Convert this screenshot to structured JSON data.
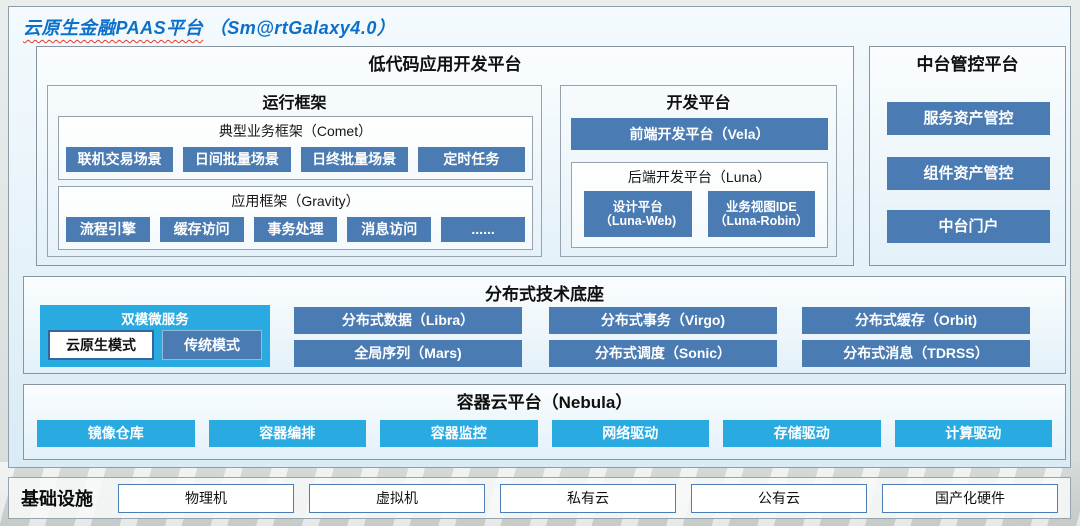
{
  "page": {
    "title_main": "云原生金融PAAS平台",
    "title_suffix": "（Sm@rtGalaxy4.0）"
  },
  "colors": {
    "title_blue": "#0c6fc9",
    "steel_blue": "#4a7cb3",
    "cyan": "#29abe2",
    "panel_bg": "#e6f2f9",
    "underline_red": "#e8392e"
  },
  "low_code": {
    "title": "低代码应用开发平台",
    "runtime": {
      "title": "运行框架",
      "comet": {
        "title": "典型业务框架（Comet）",
        "items": [
          "联机交易场景",
          "日间批量场景",
          "日终批量场景",
          "定时任务"
        ]
      },
      "gravity": {
        "title": "应用框架（Gravity）",
        "items": [
          "流程引擎",
          "缓存访问",
          "事务处理",
          "消息访问",
          "......"
        ]
      }
    },
    "dev": {
      "title": "开发平台",
      "vela": "前端开发平台（Vela）",
      "luna": {
        "title": "后端开发平台（Luna）",
        "items": [
          {
            "line1": "设计平台",
            "line2": "（Luna-Web)"
          },
          {
            "line1": "业务视图IDE",
            "line2": "（Luna-Robin）"
          }
        ]
      }
    }
  },
  "midplatform": {
    "title": "中台管控平台",
    "items": [
      "服务资产管控",
      "组件资产管控",
      "中台门户"
    ]
  },
  "distributed": {
    "title": "分布式技术底座",
    "dual_mode": {
      "title": "双模微服务",
      "cloud_native": "云原生模式",
      "traditional": "传统模式"
    },
    "grid": [
      {
        "top": "分布式数据（Libra）",
        "bottom": "全局序列（Mars)"
      },
      {
        "top": "分布式事务（Virgo)",
        "bottom": "分布式调度（Sonic）"
      },
      {
        "top": "分布式缓存（Orbit)",
        "bottom": "分布式消息（TDRSS）"
      }
    ]
  },
  "container_cloud": {
    "title": "容器云平台（Nebula）",
    "items": [
      "镜像仓库",
      "容器编排",
      "容器监控",
      "网络驱动",
      "存储驱动",
      "计算驱动"
    ]
  },
  "infrastructure": {
    "title": "基础设施",
    "items": [
      "物理机",
      "虚拟机",
      "私有云",
      "公有云",
      "国产化硬件"
    ]
  }
}
